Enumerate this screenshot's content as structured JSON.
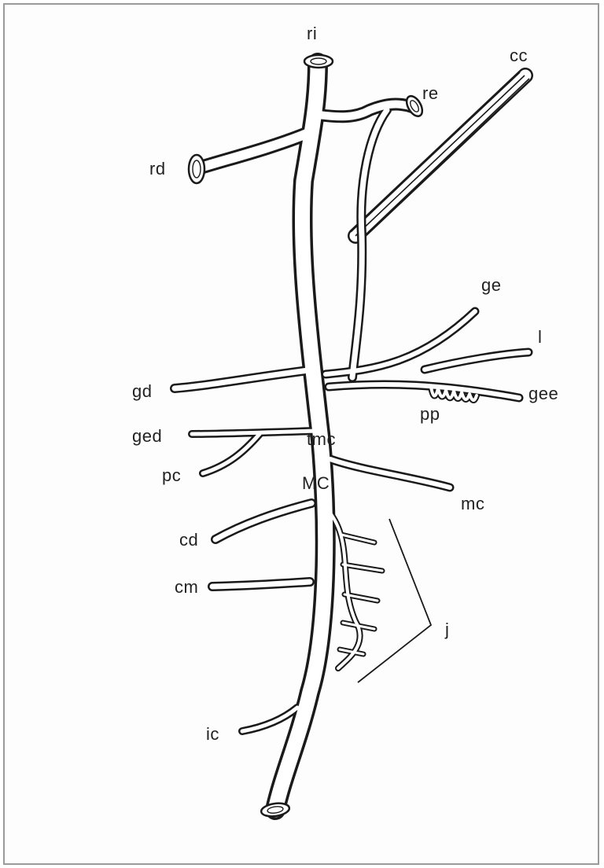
{
  "labels": {
    "ri": "ri",
    "cc": "cc",
    "re": "re",
    "rd": "rd",
    "ge": "ge",
    "l": "l",
    "gd": "gd",
    "gee": "gee",
    "pp": "pp",
    "ged": "ged",
    "tmc": "tmc",
    "pc": "pc",
    "MC": "MC",
    "mc": "mc",
    "cd": "cd",
    "cm": "cm",
    "j": "j",
    "ic": "ic"
  },
  "colors": {
    "line": "#1a1a1a",
    "frame": "#9a9a9a",
    "background": "#fdfdfd"
  }
}
